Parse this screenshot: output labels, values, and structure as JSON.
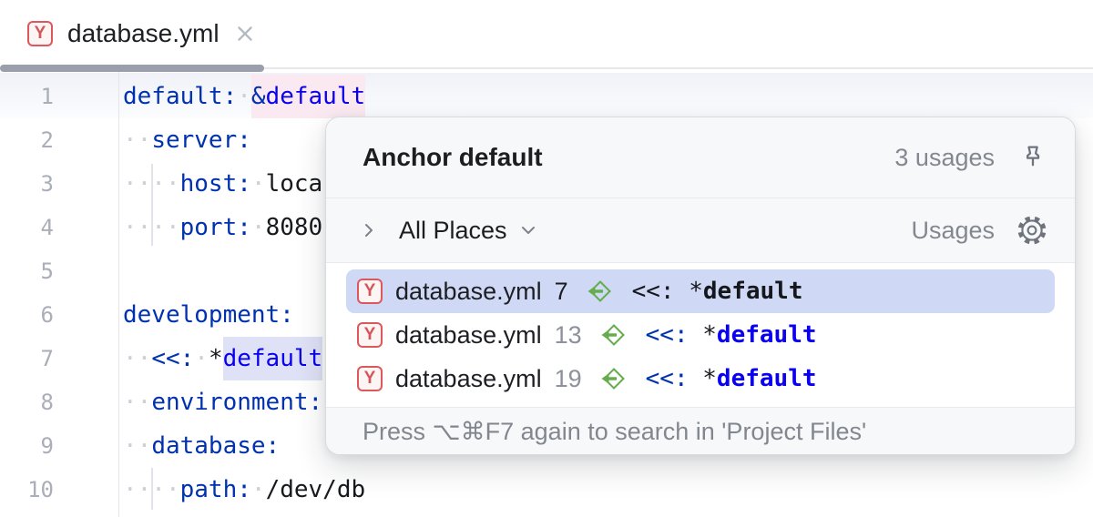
{
  "tab": {
    "title": "database.yml",
    "file_type_letter": "Y"
  },
  "editor": {
    "lines": [
      {
        "num": "1",
        "tokens": [
          {
            "t": "default:",
            "c": "k"
          },
          {
            "t": " ",
            "c": "w"
          },
          {
            "t": "&",
            "c": "k",
            "b": "pk"
          },
          {
            "t": "default",
            "c": "a",
            "b": "pk"
          }
        ]
      },
      {
        "num": "2",
        "tokens": [
          {
            "t": "  ",
            "c": "w"
          },
          {
            "t": "server:",
            "c": "k"
          }
        ]
      },
      {
        "num": "3",
        "tokens": [
          {
            "t": "    ",
            "c": "w"
          },
          {
            "t": "host:",
            "c": "k"
          },
          {
            "t": " ",
            "c": "w"
          },
          {
            "t": "loca",
            "c": "p"
          }
        ]
      },
      {
        "num": "4",
        "tokens": [
          {
            "t": "    ",
            "c": "w"
          },
          {
            "t": "port:",
            "c": "k"
          },
          {
            "t": " ",
            "c": "w"
          },
          {
            "t": "8080",
            "c": "p"
          }
        ]
      },
      {
        "num": "5",
        "tokens": []
      },
      {
        "num": "6",
        "tokens": [
          {
            "t": "development:",
            "c": "k"
          }
        ]
      },
      {
        "num": "7",
        "tokens": [
          {
            "t": "  ",
            "c": "w"
          },
          {
            "t": "<<:",
            "c": "k"
          },
          {
            "t": " ",
            "c": "w"
          },
          {
            "t": "*",
            "c": "p"
          },
          {
            "t": "default",
            "c": "a",
            "b": "lv"
          }
        ]
      },
      {
        "num": "8",
        "tokens": [
          {
            "t": "  ",
            "c": "w"
          },
          {
            "t": "environment:",
            "c": "k"
          }
        ]
      },
      {
        "num": "9",
        "tokens": [
          {
            "t": "  ",
            "c": "w"
          },
          {
            "t": "database:",
            "c": "k"
          }
        ]
      },
      {
        "num": "10",
        "tokens": [
          {
            "t": "    ",
            "c": "w"
          },
          {
            "t": "path:",
            "c": "k"
          },
          {
            "t": " ",
            "c": "w"
          },
          {
            "t": "/dev/db",
            "c": "p"
          }
        ]
      }
    ]
  },
  "popup": {
    "title": "Anchor default",
    "usages_count": "3 usages",
    "scope_label": "All Places",
    "view_label": "Usages",
    "results": [
      {
        "file": "database.yml",
        "line": "7",
        "prefix": "<<: ",
        "star": "*",
        "name": "default",
        "selected": true
      },
      {
        "file": "database.yml",
        "line": "13",
        "prefix": "<<: ",
        "star": "*",
        "name": "default",
        "selected": false
      },
      {
        "file": "database.yml",
        "line": "19",
        "prefix": "<<: ",
        "star": "*",
        "name": "default",
        "selected": false
      }
    ],
    "footer": "Press ⌥⌘F7 again to search in 'Project Files'"
  },
  "colors": {
    "yaml_key": "#0032af",
    "anchor_alias": "#0a00f0",
    "write_usage_highlight": "#fbe9f1",
    "read_usage_highlight": "#dfe1f6",
    "selected_row": "#cfd9f5",
    "file_icon_red": "#d5565a",
    "read_access_green": "#63ad4c"
  }
}
